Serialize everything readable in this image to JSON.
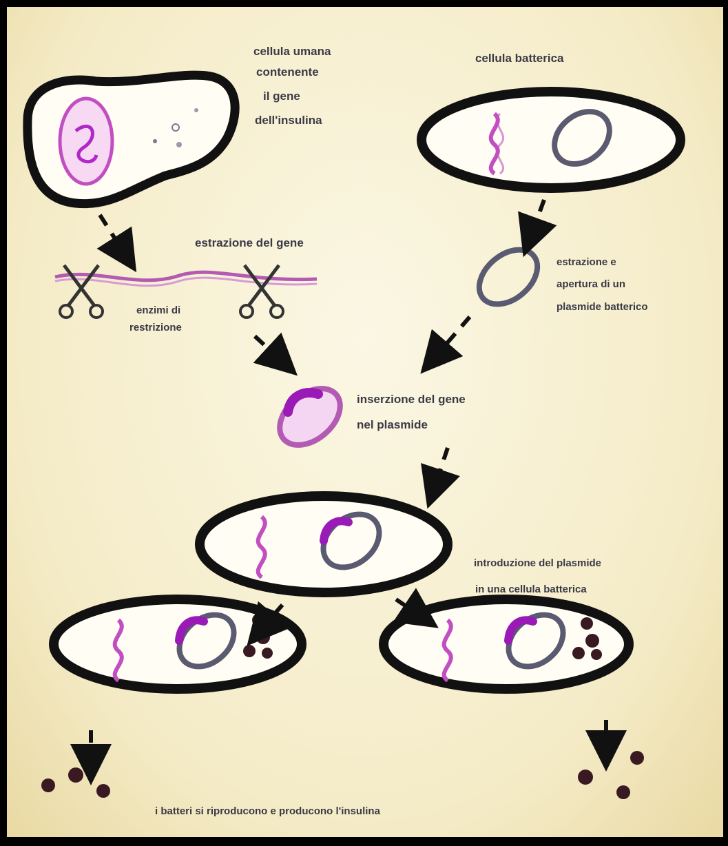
{
  "labels": {
    "donor_cell": [
      "cellula umana",
      "contenente",
      "il gene",
      "dell'insulina"
    ],
    "bacterial_cell": "cellula batterica",
    "gene_extraction": "estrazione del gene",
    "restriction_enzymes": [
      "enzimi di",
      "restrizione"
    ],
    "plasmid_extraction": [
      "estrazione e",
      "apertura di un",
      "plasmide batterico"
    ],
    "gene_insertion": [
      "inserzione del gene",
      "nel plasmide"
    ],
    "plasmid_introduction": [
      "introduzione del plasmide",
      "in una cellula batterica"
    ],
    "reproduction": "i batteri si riproducono e producono l'insulina"
  },
  "colors": {
    "background": "#f4ebc6",
    "outline": "#111111",
    "dna": "#c24fc2",
    "plasmid": "#6a6a80",
    "gene": "#b028c8",
    "insulin": "#3a1a22"
  },
  "icons": [
    "scissors-icon",
    "dna-strand-icon",
    "plasmid-icon",
    "insulin-molecule-icon",
    "arrow-icon"
  ]
}
